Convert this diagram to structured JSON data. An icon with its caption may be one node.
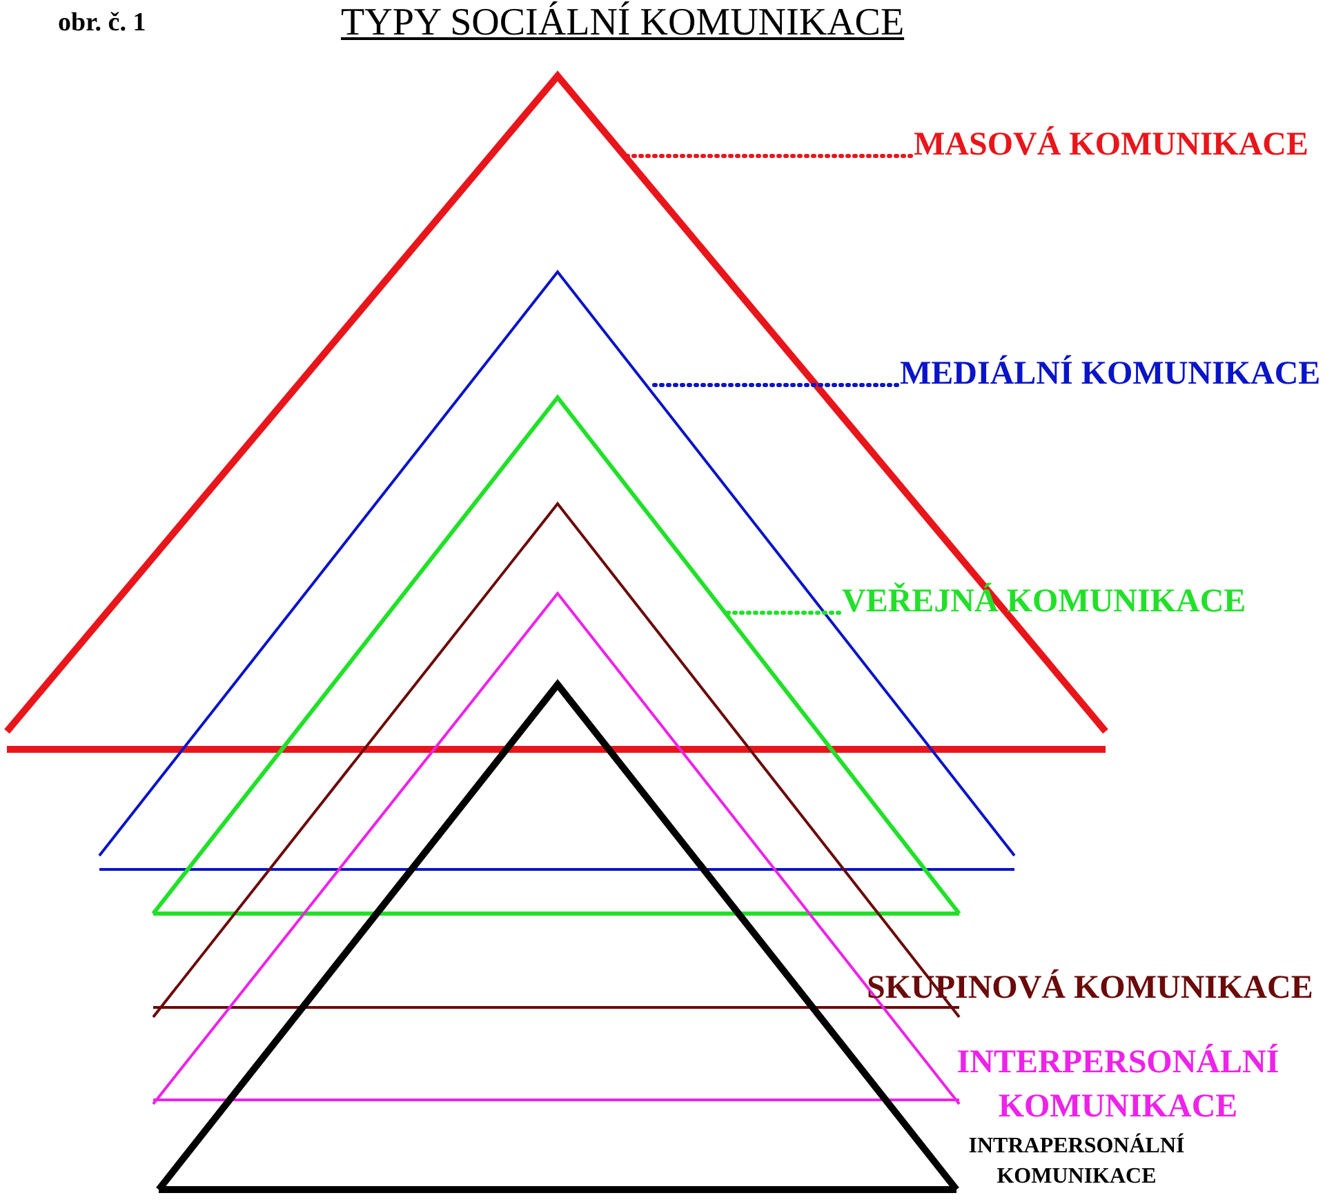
{
  "diagram": {
    "title": "TYPY SOCIÁLNÍ KOMUNIKACE",
    "nodes": [
      {
        "text": [
          "MASOVÁ KOMUNIKACE"
        ]
      },
      {
        "text": [
          "MEDIÁLNÍ KOMUNIKACE"
        ]
      },
      {
        "text": [
          "VEŘEJNÁ KOMUNIKACE"
        ]
      },
      {
        "text": [
          "SKUPINOVÁ KOMUNIKACE"
        ]
      },
      {
        "text": [
          "INTERPERSONÁLNÍ KOMUNIKACE"
        ]
      },
      {
        "text": [
          "INTRAPERSONÁLNÍ KOMUNIKACE"
        ]
      },
      {
        "text": [],
        "shape": "triangle"
      },
      {
        "text": [],
        "shape": "triangle"
      },
      {
        "text": [],
        "shape": "triangle"
      },
      {
        "text": [],
        "shape": "triangle"
      },
      {
        "text": [],
        "shape": "triangle"
      },
      {
        "text": [],
        "shape": "triangle"
      }
    ],
    "edges": [
      {
        "from": 0,
        "to": 6,
        "arrow": "none",
        "style": "dashed",
        "color": "#e8161b"
      },
      {
        "from": 1,
        "to": 7,
        "arrow": "none",
        "style": "dashed",
        "color": "#0a14c8"
      },
      {
        "from": 2,
        "to": 8,
        "arrow": "none",
        "style": "dashed",
        "color": "#22e02a"
      }
    ],
    "labels": [
      "obr. č. 1"
    ]
  }
}
